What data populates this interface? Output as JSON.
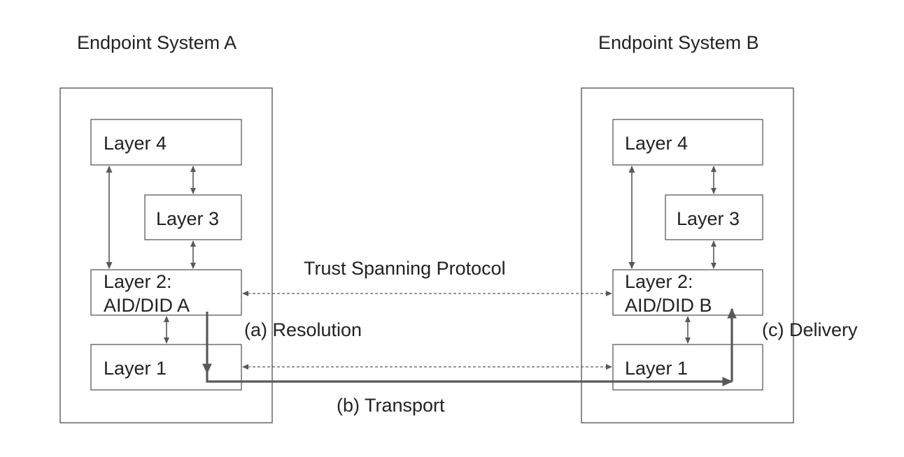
{
  "colors": {
    "line": "#595959",
    "border": "#5b5b5b",
    "text": "#222222",
    "background": "#ffffff"
  },
  "systems": {
    "a": {
      "title": "Endpoint System A",
      "layer4": "Layer 4",
      "layer3": "Layer 3",
      "layer2_line1": "Layer 2:",
      "layer2_line2": "AID/DID A",
      "layer1": "Layer 1"
    },
    "b": {
      "title": "Endpoint System B",
      "layer4": "Layer 4",
      "layer3": "Layer 3",
      "layer2_line1": "Layer 2:",
      "layer2_line2": "AID/DID B",
      "layer1": "Layer 1"
    }
  },
  "connections": {
    "protocol_label": "Trust Spanning Protocol",
    "resolution_label": "(a) Resolution",
    "transport_label": "(b) Transport",
    "delivery_label": "(c) Delivery"
  }
}
